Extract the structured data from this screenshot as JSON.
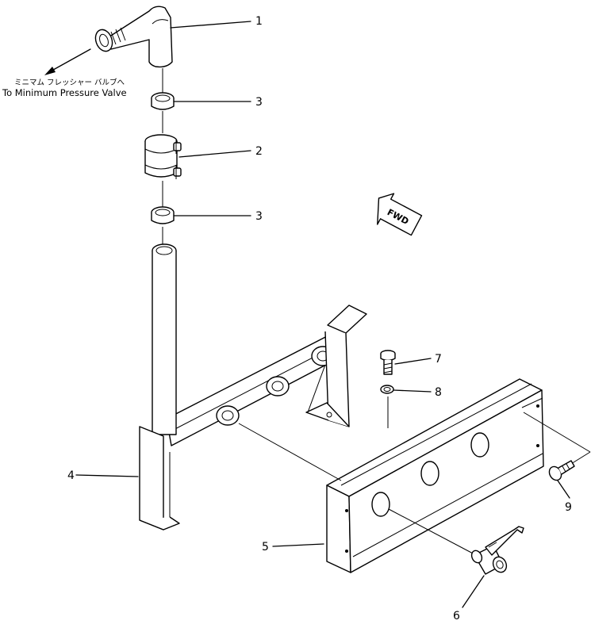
{
  "annotation": {
    "japanese": "ミニマム フレッシャー バルブへ",
    "english": "To Minimum Pressure Valve"
  },
  "fwd_label": "FWD",
  "callouts": [
    {
      "id": "1",
      "label": "1"
    },
    {
      "id": "2",
      "label": "2"
    },
    {
      "id": "3a",
      "label": "3"
    },
    {
      "id": "3b",
      "label": "3"
    },
    {
      "id": "4",
      "label": "4"
    },
    {
      "id": "5",
      "label": "5"
    },
    {
      "id": "6",
      "label": "6"
    },
    {
      "id": "7",
      "label": "7"
    },
    {
      "id": "8",
      "label": "8"
    },
    {
      "id": "9",
      "label": "9"
    }
  ]
}
